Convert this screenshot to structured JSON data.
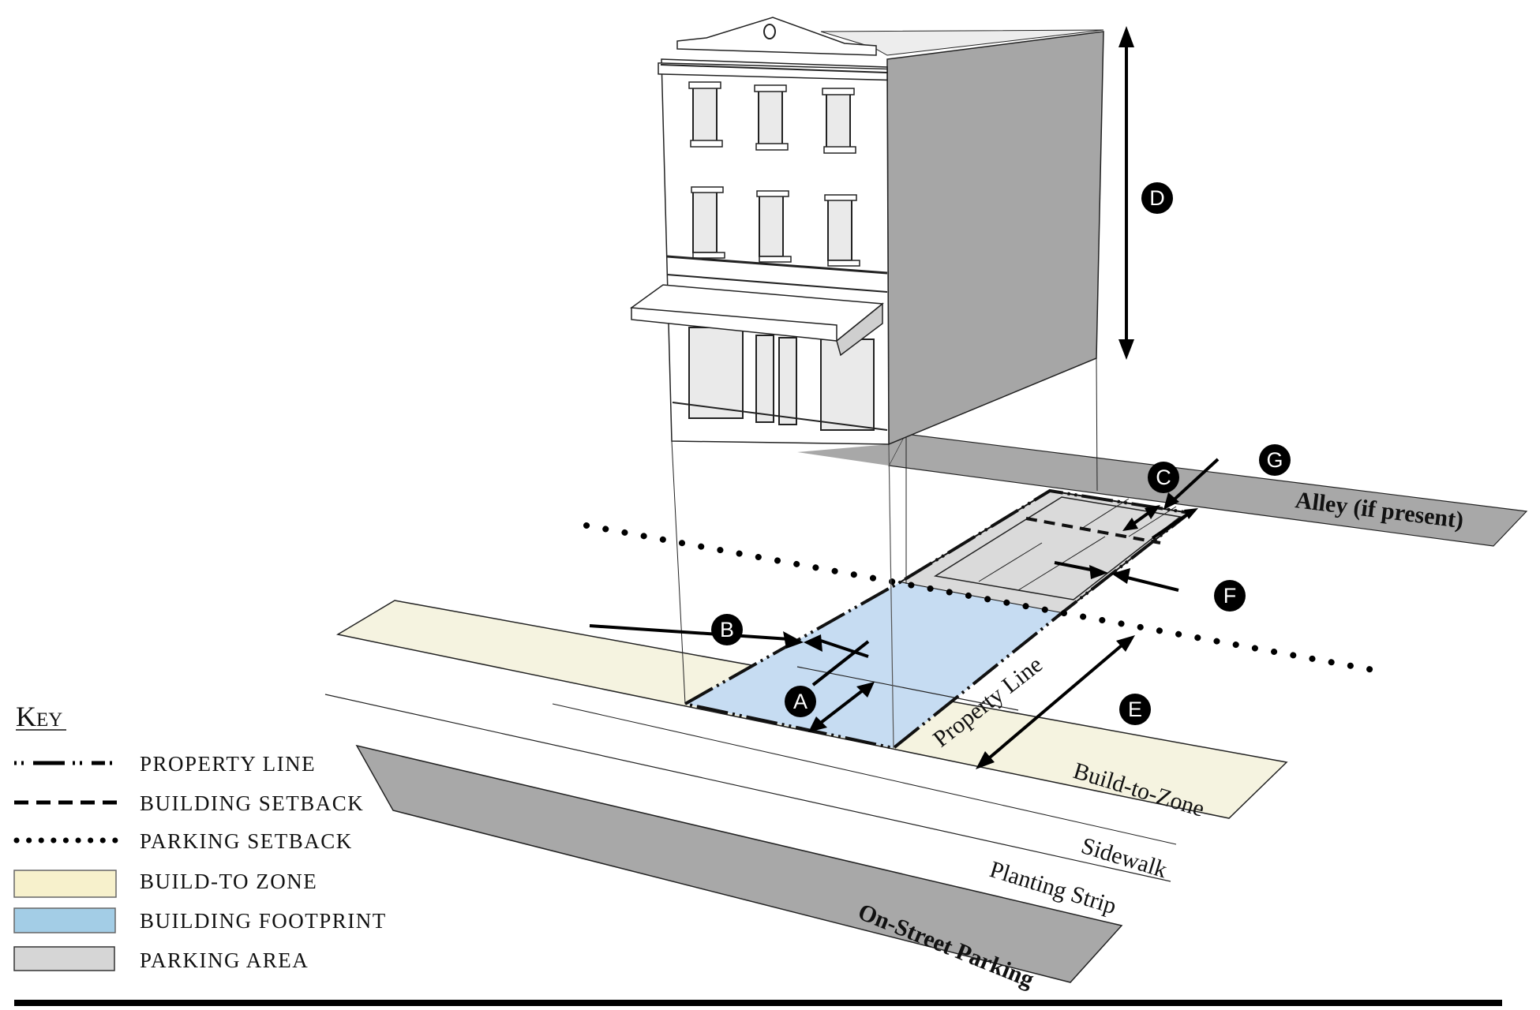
{
  "diagram": {
    "title": "Lot and building placement standards",
    "colors": {
      "build_to_zone": "#f5f3e0",
      "building_footprint": "#c6dcf2",
      "parking_area": "#dadada",
      "street_gray": "#a8a8a8",
      "building_side": "#a6a6a6",
      "badge": "#000000"
    },
    "ground_labels": {
      "alley": "Alley (if present)",
      "property_line": "Property Line",
      "build_to_zone": "Build-to-Zone",
      "sidewalk": "Sidewalk",
      "planting_strip": "Planting Strip",
      "on_street_parking": "On-Street Parking"
    },
    "dimension_badges": [
      "A",
      "B",
      "C",
      "D",
      "E",
      "F",
      "G"
    ]
  },
  "key": {
    "title": "Key",
    "items": [
      {
        "label": "PROPERTY LINE",
        "symbol": "dash-dot-line"
      },
      {
        "label": "BUILDING SETBACK",
        "symbol": "dashed-line"
      },
      {
        "label": "PARKING SETBACK",
        "symbol": "dotted-line"
      },
      {
        "label": "BUILD-TO ZONE",
        "symbol": "swatch",
        "color": "#f7f1cc"
      },
      {
        "label": "BUILDING FOOTPRINT",
        "symbol": "swatch",
        "color": "#a3cde6"
      },
      {
        "label": "PARKING AREA",
        "symbol": "swatch",
        "color": "#d6d6d6"
      }
    ]
  }
}
